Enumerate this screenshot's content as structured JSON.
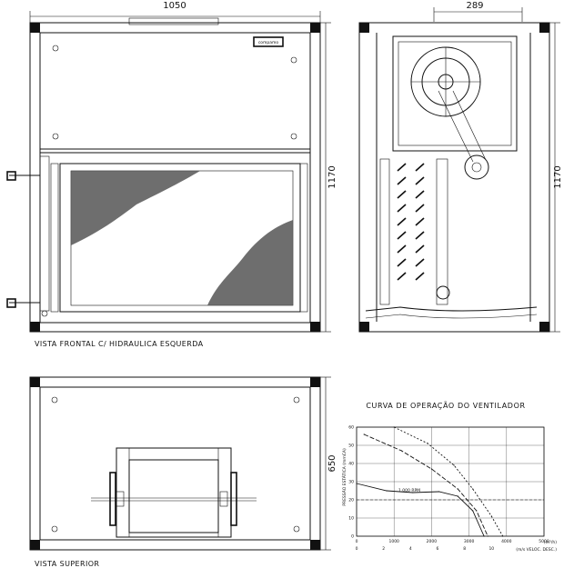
{
  "drawing": {
    "front_view": {
      "label": "VISTA FRONTAL C/ HIDRAULICA ESQUERDA",
      "width_dim": "1050",
      "height_dim": "1170",
      "plate": "compamo"
    },
    "side_view": {
      "width_dim": "289",
      "height_dim": "1170"
    },
    "top_view": {
      "label": "VISTA SUPERIOR",
      "depth_dim": "650"
    }
  },
  "chart_data": {
    "type": "line",
    "title": "CURVA DE OPERAÇÃO DO VENTILADOR",
    "xlabel": "(m³/h)",
    "x2label": "(m/s VELOC. DESC.)",
    "ylabel": "PRESSÃO ESTÁTICA (mmCA)",
    "xlim": [
      0,
      5000
    ],
    "ylim": [
      0,
      60
    ],
    "x_ticks": [
      "0",
      "1000",
      "2000",
      "3000",
      "4000",
      "5000"
    ],
    "x2_ticks": [
      "0",
      "2",
      "4",
      "6",
      "8",
      "10"
    ],
    "y_ticks": [
      "0",
      "10",
      "20",
      "30",
      "40",
      "50",
      "60"
    ],
    "operating_line_label": "1.000 RPM",
    "grid": true,
    "series": [
      {
        "name": "1.000 RPM",
        "x": [
          0,
          800,
          1500,
          2200,
          2700,
          3100,
          3400
        ],
        "y": [
          29,
          25,
          24,
          24.5,
          22,
          14,
          0
        ]
      },
      {
        "name": "",
        "x": [
          200,
          1200,
          2000,
          2700,
          3200,
          3500
        ],
        "y": [
          56,
          47,
          37,
          26,
          14,
          0
        ]
      },
      {
        "name": "",
        "x": [
          1000,
          1900,
          2600,
          3100,
          3600,
          3900
        ],
        "y": [
          60,
          51,
          39,
          26,
          11,
          0
        ]
      }
    ]
  }
}
